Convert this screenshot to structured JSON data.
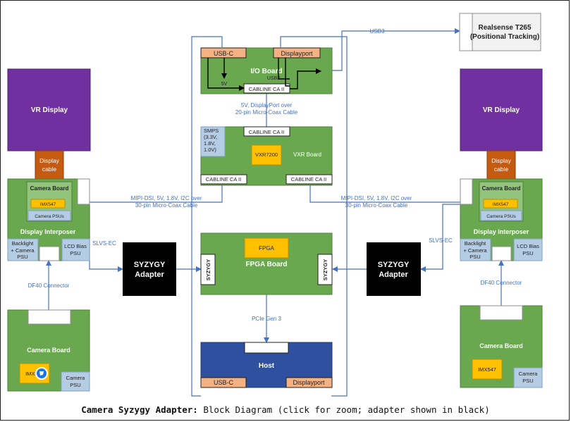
{
  "colors": {
    "green": "#6aa84f",
    "purple": "#7030a0",
    "orange": "#c55a11",
    "black": "#000000",
    "blue_host": "#2f4f9f",
    "salmon": "#f4b183",
    "yellow": "#ffc000",
    "light_blue": "#b4cce4",
    "arrow": "#4472c4",
    "grey_box": "#f2f2f2"
  },
  "io_board": {
    "title": "I/O Board",
    "usbc": "USB-C",
    "displayport": "Displayport",
    "usb3": "USB3",
    "v5": "5V",
    "cabline": "CABLINE CA II"
  },
  "realsense": {
    "line1": "Realsense T265",
    "line2": "(Positional Tracking)"
  },
  "usb3_link": "USB3",
  "link_io_vxr": {
    "line1": "5V, DisplayPort over",
    "line2": "20-pin Micro-Coax Cable"
  },
  "vxr_board": {
    "title": "VXR Board",
    "cabline_top": "CABLINE CA II",
    "smps_lines": [
      "SMPS",
      "(3.3V,",
      "1.8V,",
      "1.0V)"
    ],
    "chip": "VXR7200",
    "cabline_left": "CABLINE CA II",
    "cabline_right": "CABLINE CA II"
  },
  "left": {
    "vr_display": "VR Display",
    "display_cable": [
      "Display",
      "cable"
    ],
    "interposer": {
      "title": "Display Interposer",
      "camera_board": "Camera Board",
      "imx": "IMX547",
      "camera_psus": "Camera PSUs",
      "backlight": [
        "Backlight",
        "+ Camera",
        "PSU"
      ],
      "lcd_bias": [
        "LCD Bias",
        "PSU"
      ]
    },
    "mipi": [
      "MIPI-DSI, 5V, 1.8V, I2C over",
      "30-pin Micro-Coax Cable"
    ],
    "slvs": "SLVS-EC",
    "syzygy_adapter": [
      "SYZYGY",
      "Adapter"
    ],
    "df40": "DF40 Connector",
    "camera_board": {
      "title": "Camera Board",
      "imx": "IMX547",
      "psu": [
        "Camera",
        "PSU"
      ]
    }
  },
  "right": {
    "vr_display": "VR Display",
    "display_cable": [
      "Display",
      "cable"
    ],
    "interposer": {
      "title": "Display Interposer",
      "camera_board": "Camera Board",
      "imx": "IMX547",
      "camera_psus": "Camera PSUs",
      "backlight": [
        "Backlight",
        "+ Camera",
        "PSU"
      ],
      "lcd_bias": [
        "LCD Bias",
        "PSU"
      ]
    },
    "mipi": [
      "MIPI-DSI, 5V, 1.8V, I2C over",
      "30-pin Micro-Coax Cable"
    ],
    "slvs": "SLVS-EC",
    "syzygy_adapter": [
      "SYZYGY",
      "Adapter"
    ],
    "df40": "DF40 Connector",
    "camera_board": {
      "title": "Camera Board",
      "imx": "IMX547",
      "psu": [
        "Camera",
        "PSU"
      ]
    }
  },
  "fpga_board": {
    "title": "FPGA Board",
    "chip": "FPGA",
    "syzygy_left": "SYZYGY",
    "syzygy_right": "SYZYGY"
  },
  "pcie": "PCIe Gen 3",
  "host": {
    "title": "Host",
    "usbc": "USB-C",
    "displayport": "Displayport"
  },
  "caption": {
    "bold": "Camera Syzygy Adapter:",
    "rest": " Block Diagram (click for zoom; adapter shown in black)"
  }
}
